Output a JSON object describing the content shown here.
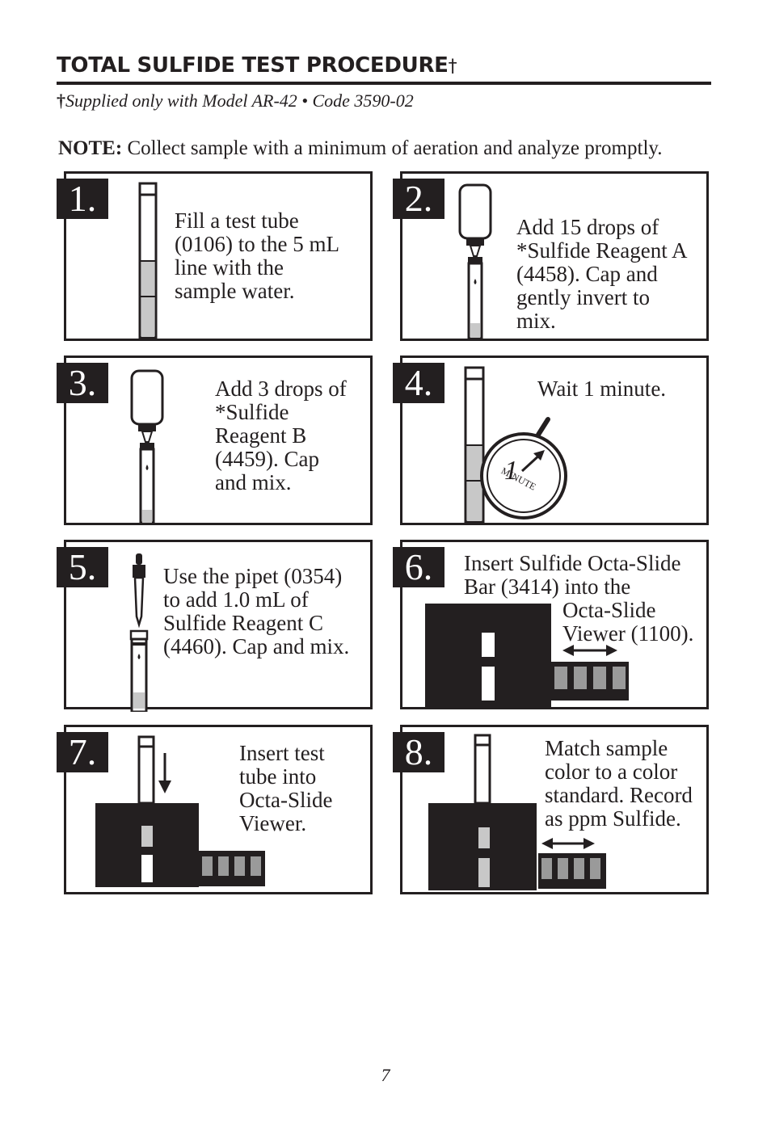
{
  "header": {
    "title": "TOTAL SULFIDE TEST PROCEDURE",
    "title_dagger": "†",
    "subtitle_dagger": "†",
    "subtitle": "Supplied only with Model AR-42 • Code 3590-02"
  },
  "note": {
    "label": "NOTE:",
    "text": " Collect sample with a minimum of aeration and analyze promptly."
  },
  "steps": [
    {
      "number": "1.",
      "text": "Fill a test tube\n(0106) to the 5 mL\nline with the\nsample water."
    },
    {
      "number": "2.",
      "text": "Add 15 drops of\n*Sulfide Reagent A\n(4458). Cap and\ngently invert to\nmix."
    },
    {
      "number": "3.",
      "text": "Add 3 drops of\n*Sulfide\nReagent B\n(4459). Cap\nand mix."
    },
    {
      "number": "4.",
      "text": "Wait 1 minute.",
      "timer_value": "1",
      "timer_label": "MINUTE"
    },
    {
      "number": "5.",
      "text": "Use the pipet (0354)\nto add 1.0 mL of\nSulfide Reagent C\n(4460). Cap and mix."
    },
    {
      "number": "6.",
      "text": "Insert Sulfide Octa-Slide\nBar (3414) into the",
      "text2": "Octa-Slide\nViewer (1100)."
    },
    {
      "number": "7.",
      "text": "Insert test\ntube into\nOcta-Slide\nViewer."
    },
    {
      "number": "8.",
      "text": "Match sample\ncolor to a color\nstandard. Record\nas ppm Sulfide."
    }
  ],
  "page_number": "7",
  "colors": {
    "ink": "#231f20",
    "tube_fill": "#c8c8c8",
    "slide_swatch": "#9a9a9a"
  }
}
